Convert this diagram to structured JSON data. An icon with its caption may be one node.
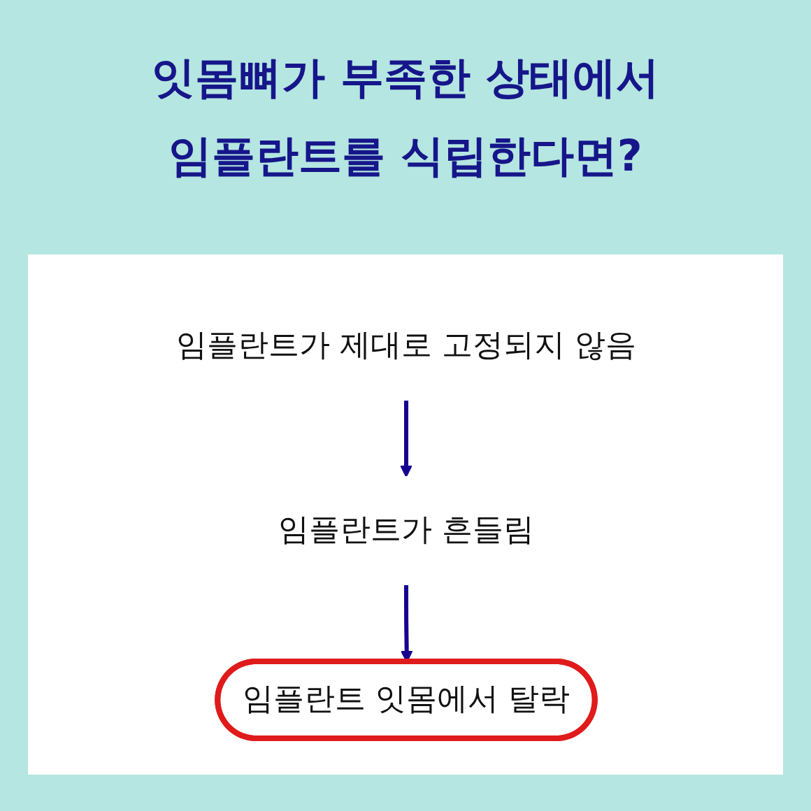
{
  "diagram": {
    "title": "잇몸뼈가 부족한 상태에서 임플란트를 식립한다면?",
    "nodes": [
      {
        "text": [
          "임플란트가 제대로 고정되지 않음"
        ]
      },
      {
        "text": [
          "임플란트가 흔들림"
        ]
      },
      {
        "text": [
          "임플란트 잇몸에서 탈락"
        ]
      }
    ],
    "edges": [
      {
        "from": 0,
        "to": 1,
        "arrow": "to"
      },
      {
        "from": 1,
        "to": 2,
        "arrow": "to"
      }
    ]
  }
}
